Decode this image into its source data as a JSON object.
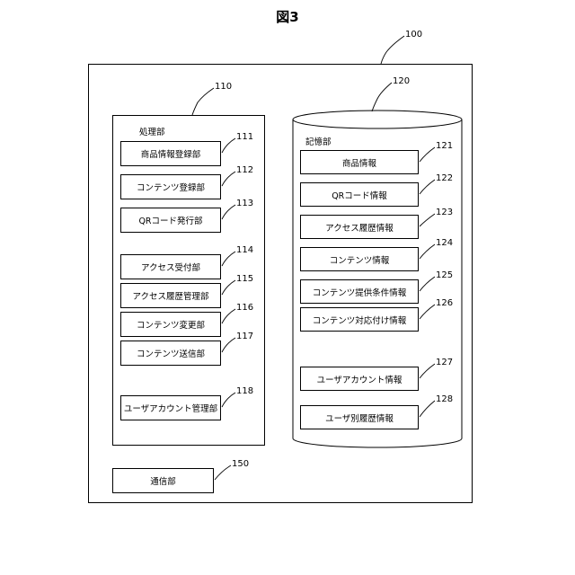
{
  "title": "図3",
  "device": {
    "ref": "100"
  },
  "processing": {
    "ref": "110",
    "label": "処理部",
    "items": [
      {
        "label": "商品情報登録部",
        "ref": "111"
      },
      {
        "label": "コンテンツ登録部",
        "ref": "112"
      },
      {
        "label": "QRコード発行部",
        "ref": "113"
      },
      {
        "label": "アクセス受付部",
        "ref": "114"
      },
      {
        "label": "アクセス履歴管理部",
        "ref": "115"
      },
      {
        "label": "コンテンツ変更部",
        "ref": "116"
      },
      {
        "label": "コンテンツ送信部",
        "ref": "117"
      },
      {
        "label": "ユーザアカウント管理部",
        "ref": "118"
      }
    ]
  },
  "storage": {
    "ref": "120",
    "label": "記憶部",
    "items": [
      {
        "label": "商品情報",
        "ref": "121"
      },
      {
        "label": "QRコード情報",
        "ref": "122"
      },
      {
        "label": "アクセス履歴情報",
        "ref": "123"
      },
      {
        "label": "コンテンツ情報",
        "ref": "124"
      },
      {
        "label": "コンテンツ提供条件情報",
        "ref": "125"
      },
      {
        "label": "コンテンツ対応付け情報",
        "ref": "126"
      },
      {
        "label": "ユーザアカウント情報",
        "ref": "127"
      },
      {
        "label": "ユーザ別履歴情報",
        "ref": "128"
      }
    ]
  },
  "communication": {
    "label": "通信部",
    "ref": "150"
  }
}
